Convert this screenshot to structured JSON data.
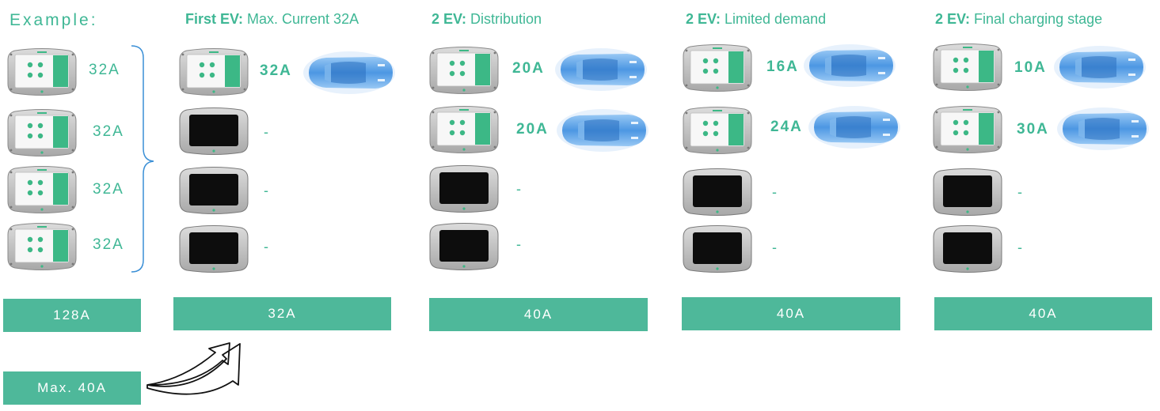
{
  "example": {
    "title": "Example:",
    "amps": [
      "32A",
      "32A",
      "32A",
      "32A"
    ],
    "total": "128A",
    "max": "Max. 40A"
  },
  "columns": [
    {
      "title_bold": "First EV:",
      "title_rest": " Max. Current 32A",
      "amps": [
        "32A",
        "-",
        "-",
        "-"
      ],
      "total": "32A",
      "cars": 1
    },
    {
      "title_bold": "2 EV:",
      "title_rest": " Distribution",
      "amps": [
        "20A",
        "20A",
        "-",
        "-"
      ],
      "total": "40A",
      "cars": 2
    },
    {
      "title_bold": "2 EV:",
      "title_rest": " Limited demand",
      "amps": [
        "16A",
        "24A",
        "-",
        "-"
      ],
      "total": "40A",
      "cars": 2
    },
    {
      "title_bold": "2 EV:",
      "title_rest": " Final charging stage",
      "amps": [
        "10A",
        "30A",
        "-",
        "-"
      ],
      "total": "40A",
      "cars": 2
    }
  ],
  "colors": {
    "accent": "#3fb795",
    "bar": "#4eb89a",
    "bracket": "#3a8fd6",
    "car": "#4a90e2"
  }
}
